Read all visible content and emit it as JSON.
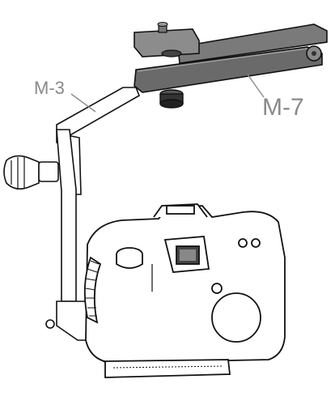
{
  "figure": {
    "callouts": [
      {
        "id": "m3",
        "text": "M-3",
        "part": "flip-bracket"
      },
      {
        "id": "m7",
        "text": "M-7",
        "part": "flash-extension-arm"
      }
    ],
    "colors": {
      "line": "#111111",
      "arm": "#6e6e6e",
      "arm_light": "#9a9a9a",
      "callout": "#8a8a8a",
      "paper": "#ffffff"
    }
  }
}
